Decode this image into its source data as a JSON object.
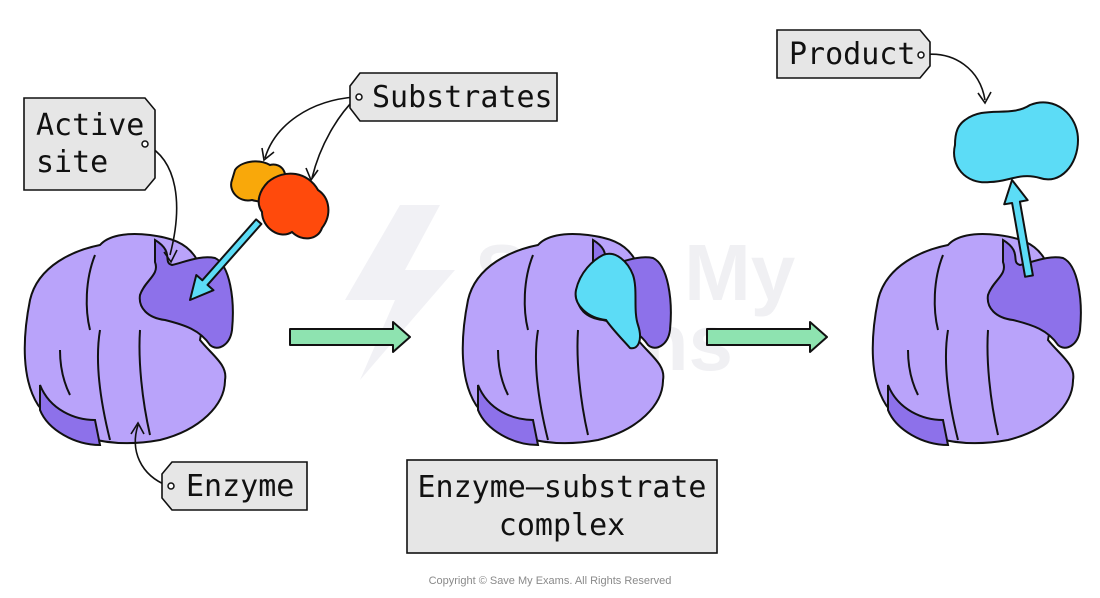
{
  "labels": {
    "active_site_line1": "Active",
    "active_site_line2": "site",
    "substrates": "Substrates",
    "enzyme": "Enzyme",
    "complex_line1": "Enzyme—substrate",
    "complex_line2": "complex",
    "product": "Product"
  },
  "watermark": {
    "line1": "Save My",
    "line2": "Exams"
  },
  "copyright": "Copyright © Save My Exams. All Rights Reserved",
  "colors": {
    "enzyme_light": "#b9a3fa",
    "enzyme_dark": "#8d71ea",
    "substrate_a": "#f9a80a",
    "substrate_b": "#ff4a0c",
    "product": "#5cdcf6",
    "process_arrow": "#8ee3b0",
    "label_fill": "#e6e6e6",
    "outline": "#111111"
  }
}
